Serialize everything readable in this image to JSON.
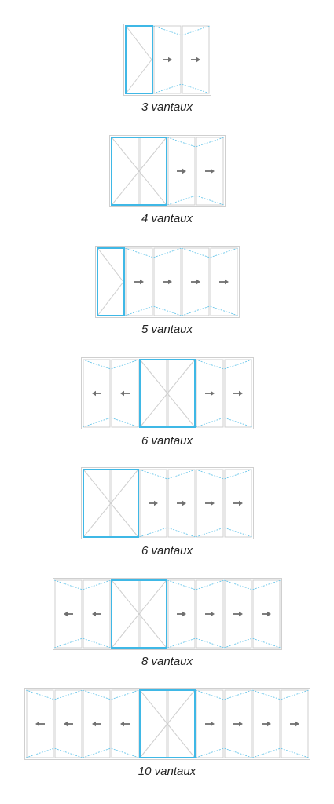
{
  "colors": {
    "frame": "#cfcfcf",
    "fixed_leaf": "#3fb8e6",
    "fold_line": "#6cc7ea",
    "arrow": "#707070"
  },
  "configurations": [
    {
      "label": "3 vantaux",
      "leaves": [
        "fixed",
        "R",
        "R"
      ]
    },
    {
      "label": "4 vantaux",
      "leaves": [
        "fixed",
        "fixed",
        "R",
        "R"
      ]
    },
    {
      "label": "5 vantaux",
      "leaves": [
        "fixed",
        "R",
        "R",
        "R",
        "R"
      ]
    },
    {
      "label": "6 vantaux",
      "leaves": [
        "L",
        "L",
        "fixed",
        "fixed",
        "R",
        "R"
      ]
    },
    {
      "label": "6 vantaux",
      "leaves": [
        "fixed",
        "fixed",
        "R",
        "R",
        "R",
        "R"
      ]
    },
    {
      "label": "8 vantaux",
      "leaves": [
        "L",
        "L",
        "fixed",
        "fixed",
        "R",
        "R",
        "R",
        "R"
      ]
    },
    {
      "label": "10 vantaux",
      "leaves": [
        "L",
        "L",
        "L",
        "L",
        "fixed",
        "fixed",
        "R",
        "R",
        "R",
        "R"
      ]
    }
  ]
}
